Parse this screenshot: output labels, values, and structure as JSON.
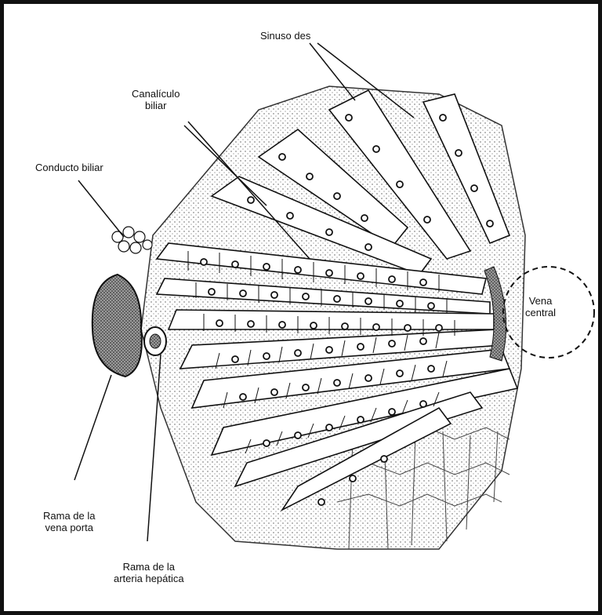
{
  "labels": {
    "sinusoides": "Sinuso des",
    "canaliculo_1": "Canalículo",
    "canaliculo_2": "biliar",
    "conducto": "Conducto biliar",
    "vena_central_1": "Vena",
    "vena_central_2": "central",
    "rama_porta_1": "Rama de la",
    "rama_porta_2": "vena porta",
    "rama_arteria_1": "Rama de la",
    "rama_arteria_2": "arteria hepática"
  },
  "colors": {
    "ink": "#111111",
    "cell_fill": "#ffffff",
    "stipple": "#666666",
    "portal_fill": "#7a7a7a"
  }
}
